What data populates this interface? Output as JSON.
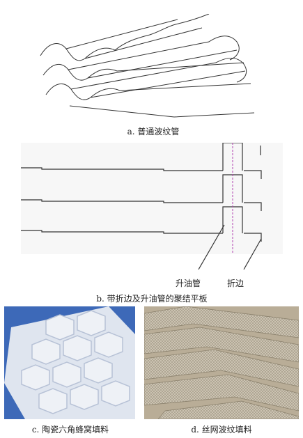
{
  "figure": {
    "panel_a": {
      "caption": "a. 普通波纹管"
    },
    "panel_b": {
      "caption": "b. 带折边及升油管的聚结平板",
      "label_riser": "升油管",
      "label_fold": "折边"
    },
    "panel_c": {
      "caption": "c. 陶瓷六角蜂窝填料"
    },
    "panel_d": {
      "caption": "d. 丝网波纹填料"
    }
  },
  "colors": {
    "line": "#333333",
    "dashed_axis": "#b040b0",
    "photo_c_bg": "#3d69b8",
    "photo_c_ceramic": "#eef1f6",
    "photo_d_bg": "#b9ad97",
    "photo_d_mesh": "#d9d3c6"
  }
}
